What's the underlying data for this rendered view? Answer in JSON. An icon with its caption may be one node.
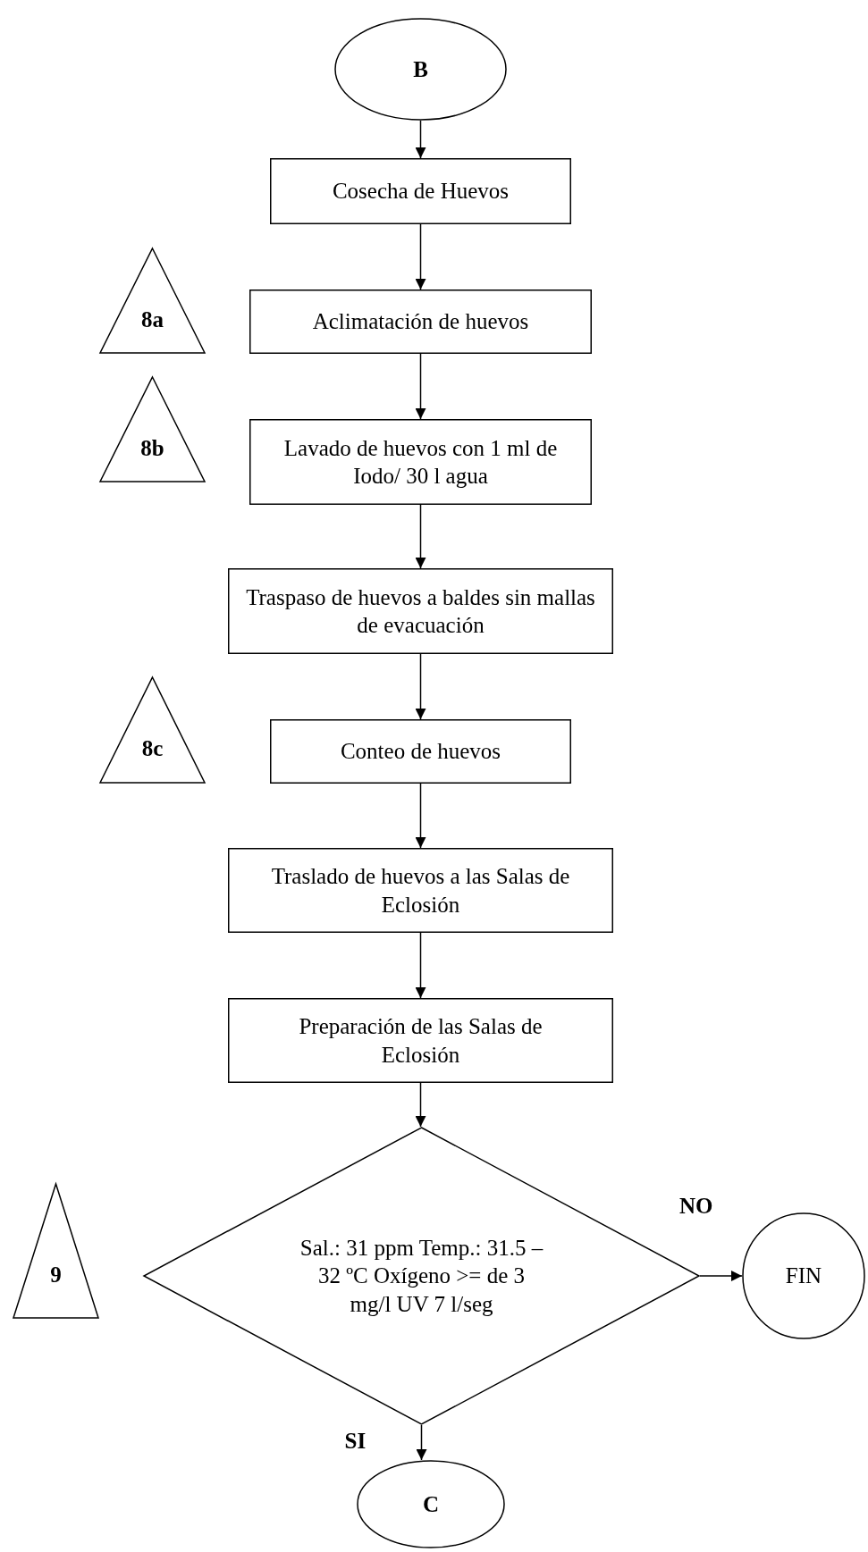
{
  "diagram": {
    "nodes": [
      {
        "text": [
          "B"
        ]
      },
      {
        "text": [
          "Cosecha de Huevos"
        ]
      },
      {
        "text": [
          "8a"
        ]
      },
      {
        "text": [
          "Aclimatación de huevos"
        ]
      },
      {
        "text": [
          "8b"
        ]
      },
      {
        "text": [
          "Lavado de huevos con 1 ml de Iodo/ 30 l agua"
        ]
      },
      {
        "text": [
          "Traspaso de huevos a baldes sin mallas de evacuación"
        ]
      },
      {
        "text": [
          "8c"
        ]
      },
      {
        "text": [
          "Conteo de huevos"
        ]
      },
      {
        "text": [
          "Traslado de huevos a las Salas de Eclosión"
        ]
      },
      {
        "text": [
          "Preparación de las Salas de Eclosión"
        ]
      },
      {
        "text": [
          "9"
        ]
      },
      {
        "text": [
          "Sal.: 31 ppm Temp.: 31.5 – 32 ºC Oxígeno >= de 3 mg/l UV 7 l/seg"
        ]
      },
      {
        "text": [
          "FIN"
        ]
      },
      {
        "text": [
          "C"
        ]
      }
    ],
    "edges": [
      {
        "from": 0,
        "to": 1,
        "arrow": "to"
      },
      {
        "from": 1,
        "to": 3,
        "arrow": "to"
      },
      {
        "from": 3,
        "to": 5,
        "arrow": "to"
      },
      {
        "from": 5,
        "to": 6,
        "arrow": "to"
      },
      {
        "from": 6,
        "to": 8,
        "arrow": "to"
      },
      {
        "from": 8,
        "to": 9,
        "arrow": "to"
      },
      {
        "from": 9,
        "to": 10,
        "arrow": "to"
      },
      {
        "from": 10,
        "to": 12,
        "arrow": "to"
      },
      {
        "from": 12,
        "to": 13,
        "label": "NO",
        "arrow": "to"
      },
      {
        "from": 12,
        "to": 14,
        "label": "SI",
        "arrow": "to"
      }
    ]
  }
}
